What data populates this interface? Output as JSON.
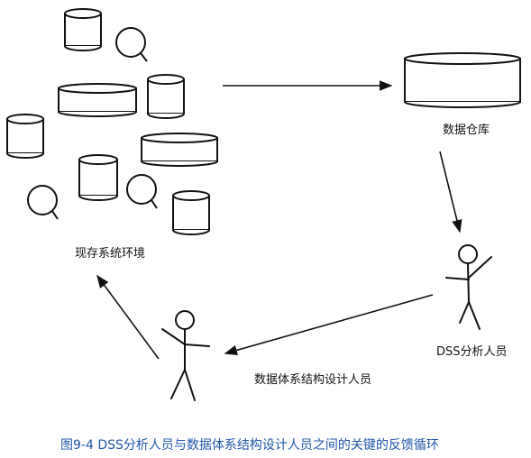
{
  "labels": {
    "warehouse": "数据仓库",
    "existing_systems": "现存系统环境",
    "dss_analyst": "DSS分析人员",
    "data_architect": "数据体系结构设计人员"
  },
  "caption": "图9-4   DSS分析人员与数据体系结构设计人员之间的关键的反馈循环",
  "colors": {
    "ink": "#111111",
    "caption": "#1f57a8"
  }
}
